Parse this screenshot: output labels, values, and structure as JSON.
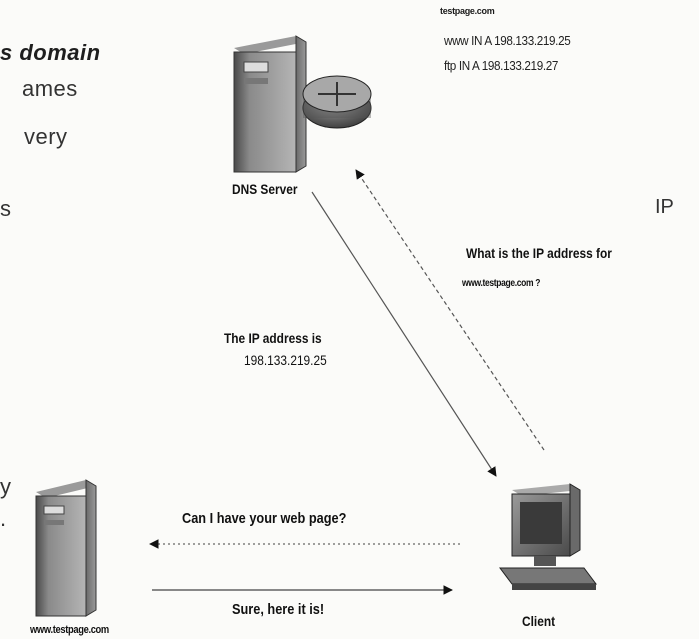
{
  "left_fragments": {
    "domain": "s domain",
    "names": "ames",
    "every": "very",
    "s_char": "s",
    "y_char": "y",
    "dot_char": "."
  },
  "zone_file": {
    "title": "testpage.com",
    "records": [
      "www IN A 198.133.219.25",
      "ftp  IN A 198.133.219.27"
    ]
  },
  "dns_server": {
    "label": "DNS Server"
  },
  "client": {
    "label": "Client"
  },
  "web_server": {
    "label": "www.testpage.com"
  },
  "annotations": {
    "ip_fragment": "IP",
    "query_line1": "What is the IP address for",
    "query_line2": "www.testpage.com ?",
    "reply_line1": "The IP address is",
    "reply_line2": "198.133.219.25",
    "request": "Can I have your web page?",
    "response": "Sure, here it is!"
  }
}
